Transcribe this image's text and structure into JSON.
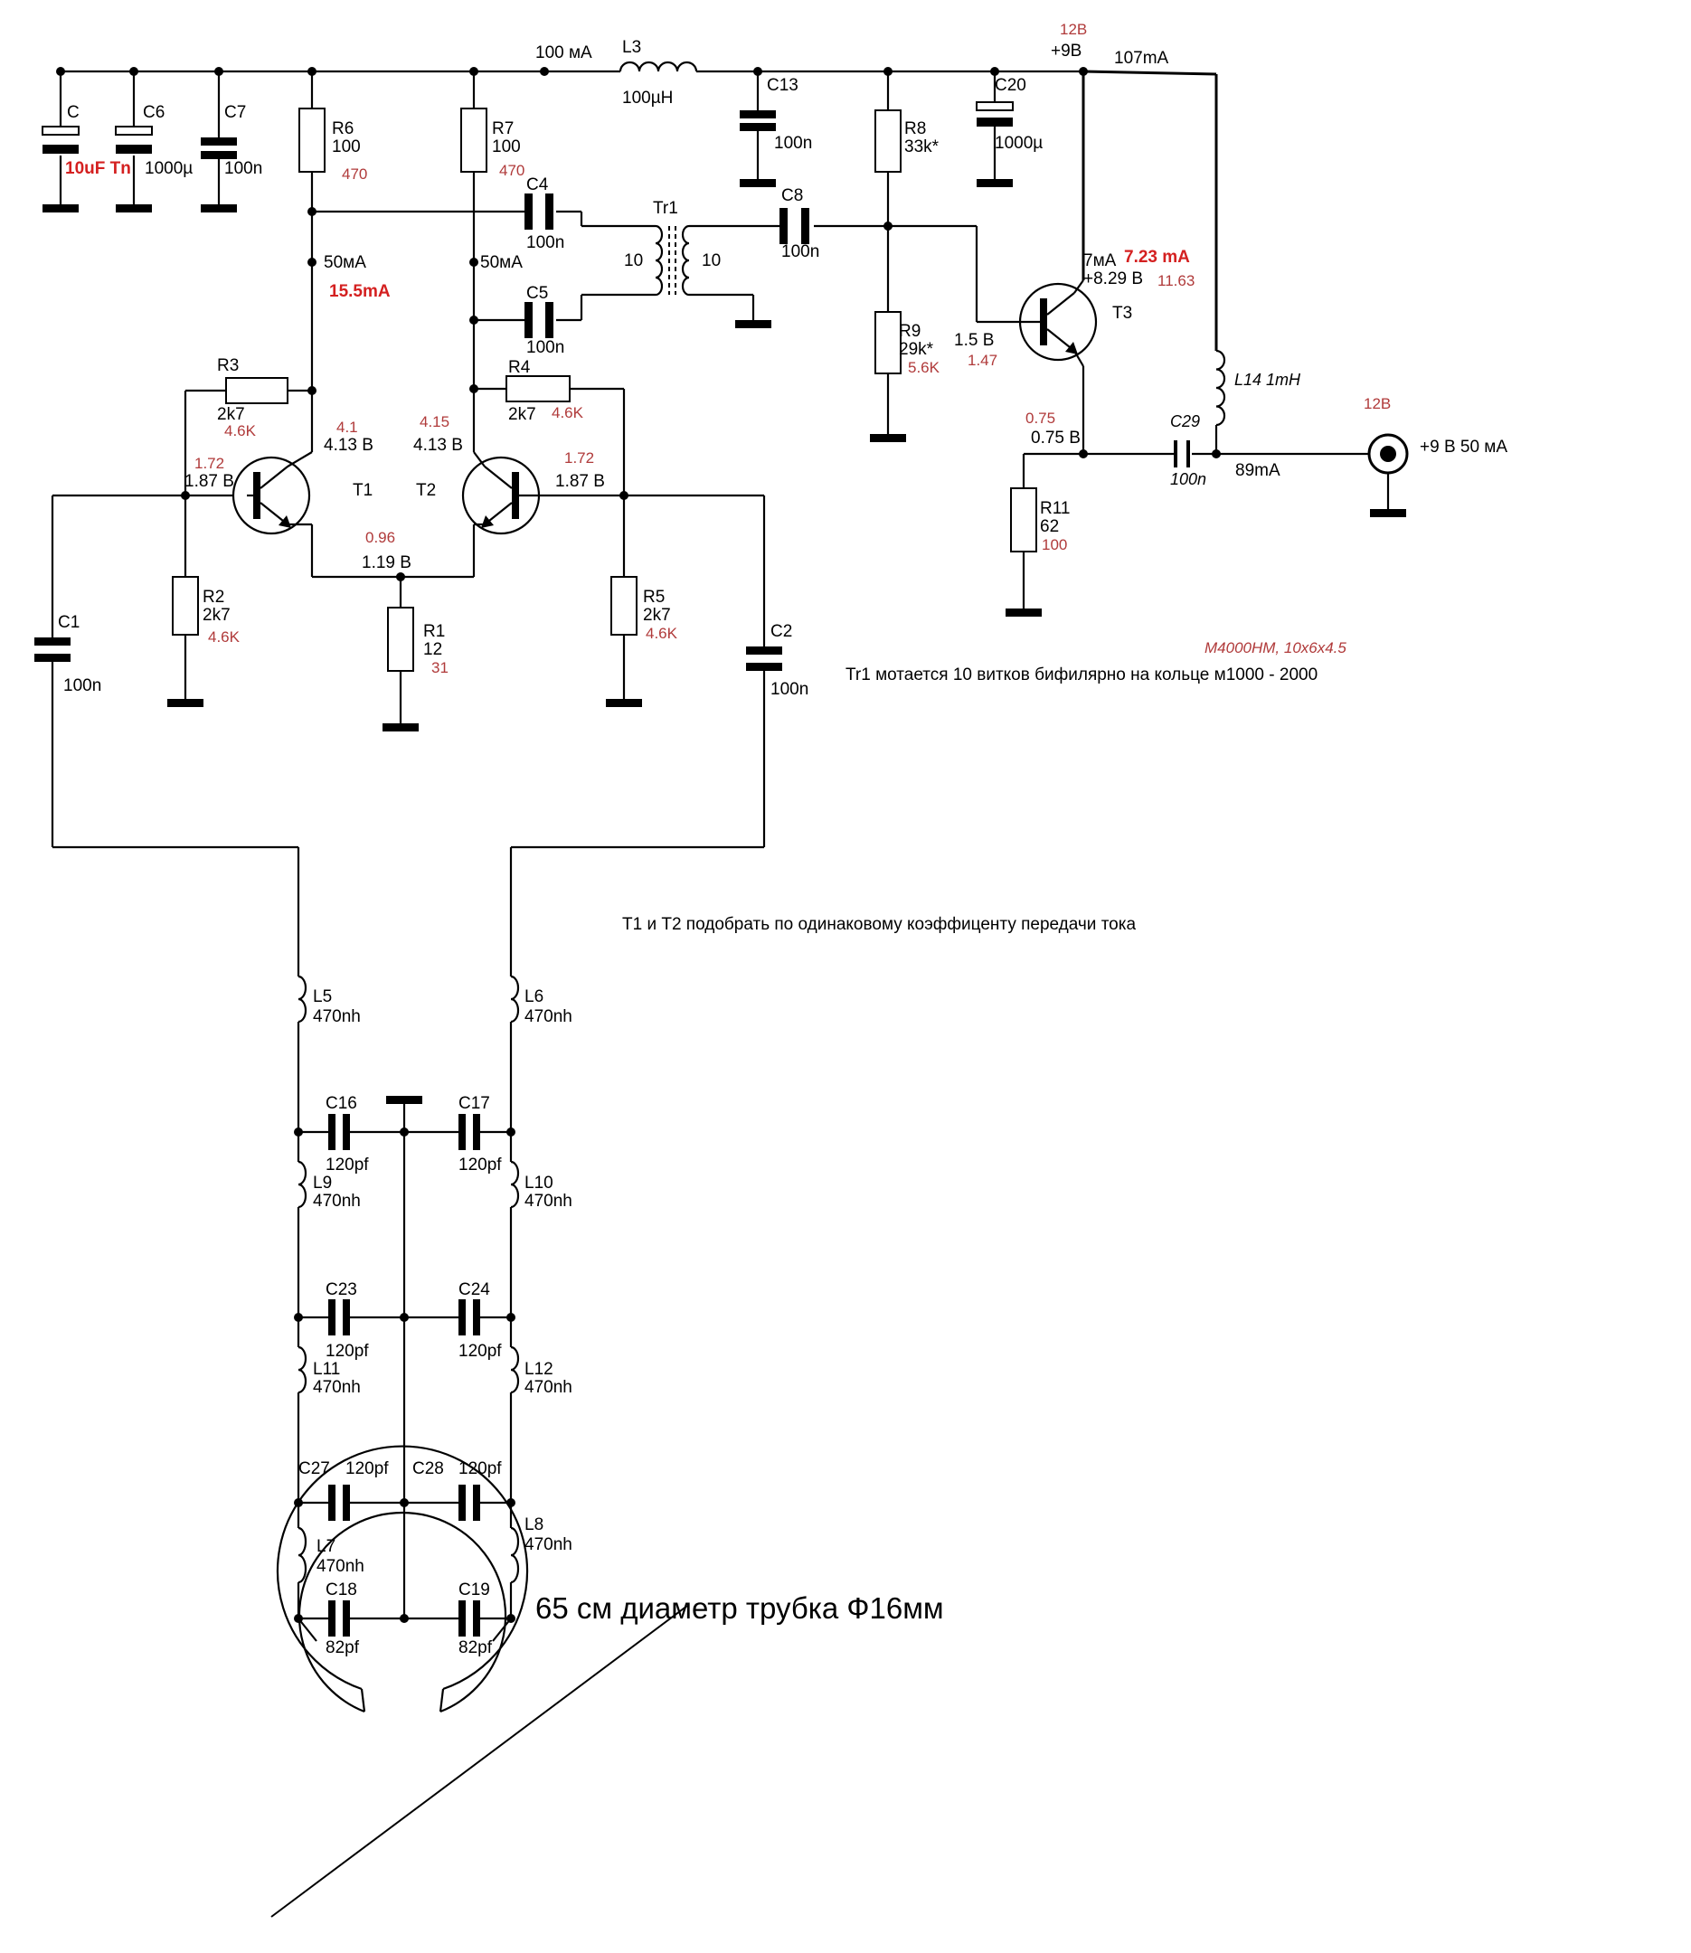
{
  "labels": {
    "c_top": "C",
    "c_top_val": "10uF Tn",
    "c6": "C6",
    "c6_val": "1000µ",
    "c7": "C7",
    "c7_val": "100n",
    "r6": "R6",
    "r6_val": "100",
    "r6_red": "470",
    "r7": "R7",
    "r7_val": "100",
    "r7_red": "470",
    "i_top": "100 мА",
    "l3": "L3",
    "l3_val": "100µH",
    "c13": "C13",
    "c13_val": "100n",
    "r8": "R8",
    "r8_val": "33k*",
    "c20": "C20",
    "c20_val": "1000µ",
    "v9_red": "12В",
    "v9": "+9В",
    "i107": "107mA",
    "c4": "C4",
    "c4_val": "100n",
    "tr1": "Tr1",
    "tr1_left": "10",
    "tr1_right": "10",
    "c8": "C8",
    "c8_val": "100n",
    "i_t1": "50мА",
    "i_t1_red": "15.5mA",
    "i_t2": "50мА",
    "c5": "C5",
    "c5_val": "100n",
    "r9": "R9",
    "r9_val": "29k*",
    "r9_red": "5.6K",
    "t3_i": "7мА",
    "t3_i_red": "7.23 mA",
    "t3_v": "+8.29 В",
    "t3_v_red": "11.63",
    "t3": "T3",
    "t3_b": "1.5 В",
    "t3_b_red": "1.47",
    "l14": "L14 1mH",
    "r3": "R3",
    "r3_val": "2k7",
    "r3_red": "4.6K",
    "r4": "R4",
    "r4_val": "2k7",
    "r4_red": "4.6K",
    "t1_c_red": "4.1",
    "t1_c": "4.13 В",
    "t2_c_red": "4.15",
    "t2_c": "4.13 В",
    "t1_b_red": "1.72",
    "t1_b": "1.87 В",
    "t1": "T1",
    "t2": "T2",
    "t2_b_red": "1.72",
    "t2_b": "1.87 В",
    "e_red": "0.96",
    "e_v": "1.19 В",
    "t3_e_red": "0.75",
    "t3_e": "0.75 В",
    "c29": "C29",
    "c29_val": "100n",
    "i89": "89mA",
    "out_red": "12В",
    "out": "+9 В  50 мА",
    "r11": "R11",
    "r11_val": "62",
    "r11_red": "100",
    "c1": "C1",
    "c1_val": "100n",
    "r2": "R2",
    "r2_val": "2k7",
    "r2_red": "4.6K",
    "r1": "R1",
    "r1_val": "12",
    "r1_red": "31",
    "r5": "R5",
    "r5_val": "2k7",
    "r5_red": "4.6K",
    "c2": "C2",
    "c2_val": "100n",
    "core_red": "M4000HM, 10x6x4.5",
    "tr_note": "Tr1 мотается 10 витков бифилярно  на кольце м1000 - 2000",
    "match_note": "T1 и T2 подобрать по одинаковому коэффиценту передачи тока",
    "l5": "L5",
    "l5_val": "470nh",
    "l6": "L6",
    "l6_val": "470nh",
    "c16": "C16",
    "c16_val": "120pf",
    "c17": "C17",
    "c17_val": "120pf",
    "l9": "L9",
    "l9_val": "470nh",
    "l10": "L10",
    "l10_val": "470nh",
    "c23": "C23",
    "c23_val": "120pf",
    "c24": "C24",
    "c24_val": "120pf",
    "l11": "L11",
    "l11_val": "470nh",
    "l12": "L12",
    "l12_val": "470nh",
    "c27": "C27",
    "c27_val": "120pf",
    "c28": "C28",
    "c28_val": "120pf",
    "l7": "L7",
    "l7_val": "470nh",
    "l8": "L8",
    "l8_val": "470nh",
    "c18": "C18",
    "c18_val": "82pf",
    "c19": "C19",
    "c19_val": "82pf",
    "loop_note": "65 см диаметр трубка Ф16мм"
  }
}
